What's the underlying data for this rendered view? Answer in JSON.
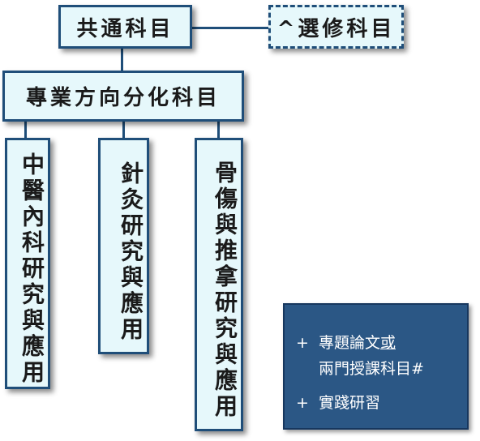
{
  "diagram": {
    "common_subjects": "共通科目",
    "elective_subjects": "^選修科目",
    "specialization": "專業方向分化科目",
    "tracks": [
      {
        "label": "中醫內科研究與應用"
      },
      {
        "label": "針灸研究與應用"
      },
      {
        "label": "骨傷與推拿研究與應用"
      }
    ],
    "info": {
      "line1_bullet": "+",
      "line1_text": "專題論文",
      "line1_underlined": "或",
      "line2_text": "兩門授課科目#",
      "line3_bullet": "+",
      "line3_text": "實踐研習"
    },
    "colors": {
      "box_fill": "#e6f8fb",
      "box_border": "#1f4e79",
      "info_fill": "#2b5785",
      "info_text": "#ffffff"
    }
  }
}
